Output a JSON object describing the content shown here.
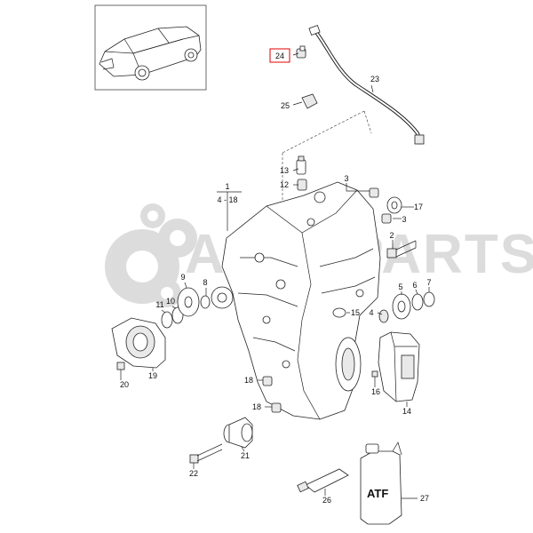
{
  "watermark": {
    "text": "AUTOPARTS"
  },
  "container_label": "ATF",
  "highlighted_part": "24",
  "callouts": {
    "p1": "1",
    "p1r": "4 - 18",
    "p2": "2",
    "p3a": "3",
    "p3b": "3",
    "p4": "4",
    "p5": "5",
    "p6": "6",
    "p7": "7",
    "p8": "8",
    "p9": "9",
    "p10": "10",
    "p11": "11",
    "p12": "12",
    "p13": "13",
    "p14": "14",
    "p15": "15",
    "p16": "16",
    "p17": "17",
    "p18a": "18",
    "p18b": "18",
    "p19": "19",
    "p20": "20",
    "p21": "21",
    "p22": "22",
    "p23": "23",
    "p24": "24",
    "p25": "25",
    "p26": "26",
    "p27": "27"
  }
}
